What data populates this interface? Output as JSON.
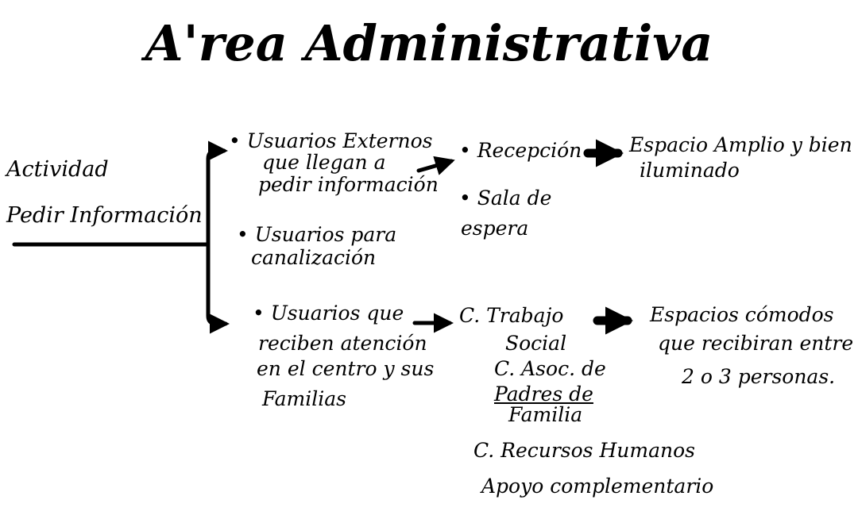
{
  "title": "A'rea Administrativa",
  "root": {
    "line1": "Actividad",
    "line2": "Pedir Información"
  },
  "top_branch": {
    "users": [
      "• Usuarios Externos",
      "que llegan a",
      "pedir información"
    ],
    "users_2": [
      "• Usuarios para",
      "canalización"
    ],
    "places": [
      "• Recepción",
      "• Sala de",
      "espera"
    ],
    "result": [
      "Espacio Amplio y bien",
      "iluminado"
    ]
  },
  "bottom_branch": {
    "users": [
      "• Usuarios que",
      "reciben atención",
      "en el centro y sus",
      "Familias"
    ],
    "places": [
      "C. Trabajo",
      "Social",
      "C. Asoc. de",
      "Padres de",
      "Familia",
      "C. Recursos Humanos",
      "Apoyo complementario"
    ],
    "result": [
      "Espacios cómodos",
      "que recibiran entre",
      "2 o 3 personas."
    ]
  }
}
